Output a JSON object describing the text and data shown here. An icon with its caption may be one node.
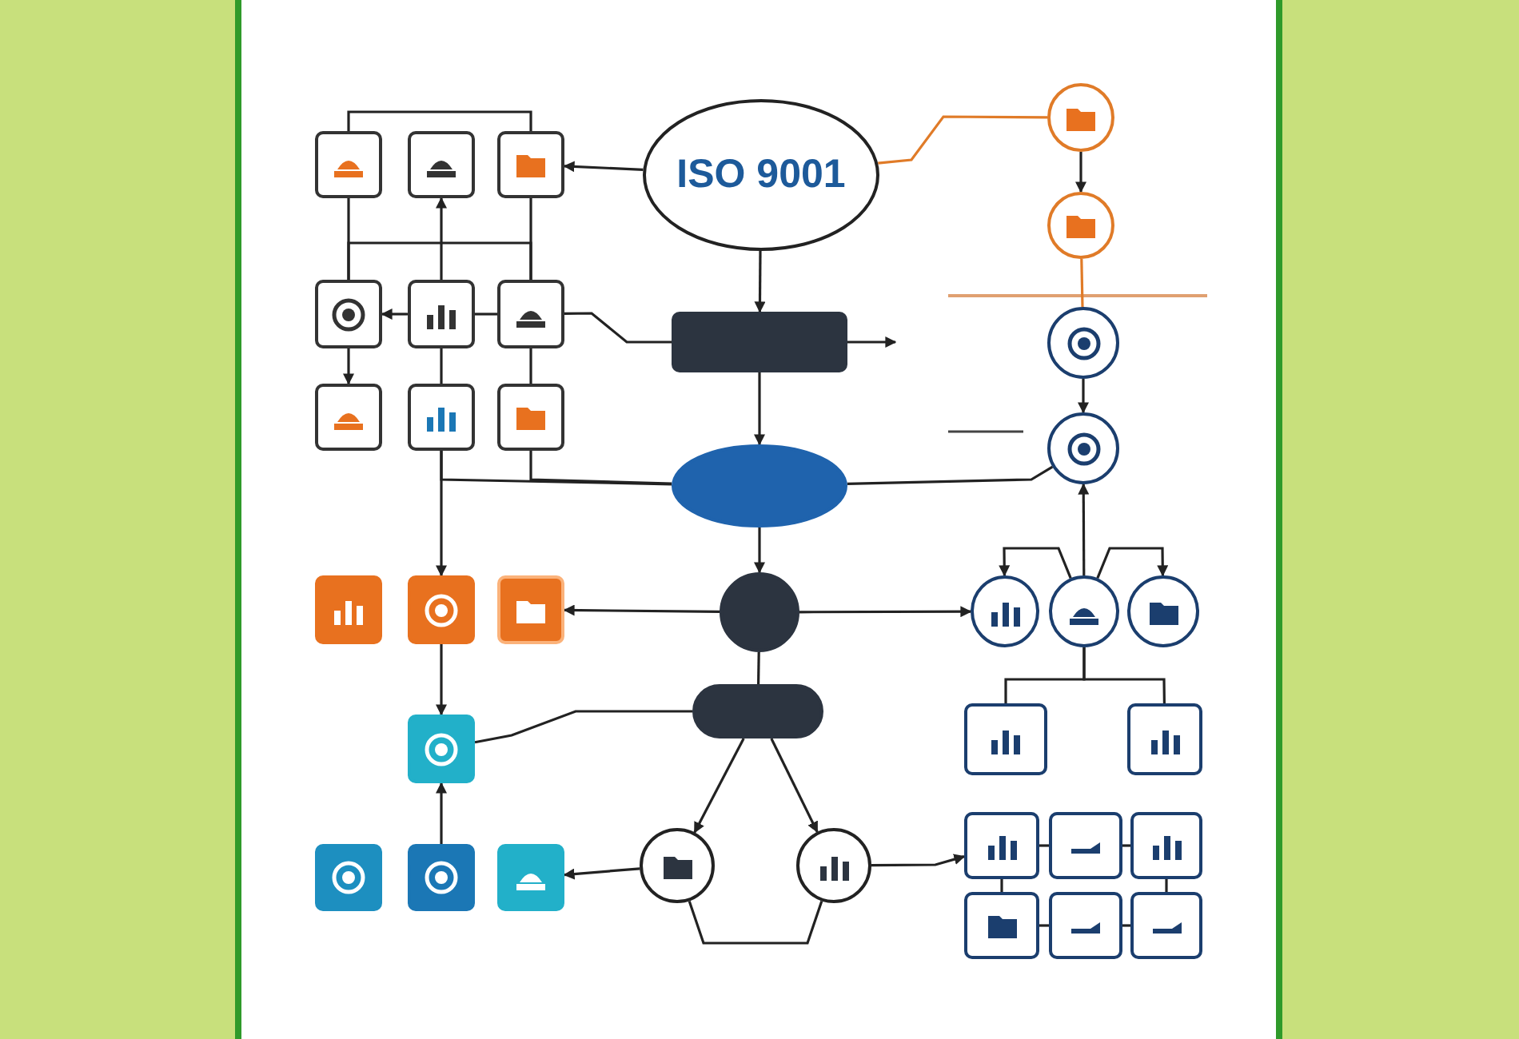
{
  "diagram": {
    "nodes": [
      {
        "text": [
          "ISO 9001"
        ]
      },
      {
        "text": [],
        "shape": "box"
      },
      {
        "text": [],
        "shape": "box"
      },
      {
        "text": [],
        "shape": "box"
      },
      {
        "text": [],
        "shape": "box"
      },
      {
        "text": [],
        "shape": "box"
      },
      {
        "text": [],
        "shape": "box"
      },
      {
        "text": [],
        "shape": "box"
      },
      {
        "text": [],
        "shape": "box"
      },
      {
        "text": [],
        "shape": "box"
      },
      {
        "text": [],
        "shape": "box"
      },
      {
        "text": [],
        "shape": "ellipse"
      },
      {
        "text": [],
        "shape": "circle"
      },
      {
        "text": [],
        "shape": "bar"
      },
      {
        "text": [],
        "shape": "box"
      },
      {
        "text": [],
        "shape": "box"
      },
      {
        "text": [],
        "shape": "box"
      },
      {
        "text": [],
        "shape": "box"
      },
      {
        "text": [],
        "shape": "box"
      },
      {
        "text": [],
        "shape": "box"
      },
      {
        "text": [],
        "shape": "box"
      },
      {
        "text": [],
        "shape": "circle"
      },
      {
        "text": [],
        "shape": "circle"
      },
      {
        "text": [],
        "shape": "circle"
      },
      {
        "text": [],
        "shape": "circle"
      },
      {
        "text": [],
        "shape": "circle"
      },
      {
        "text": [],
        "shape": "circle"
      },
      {
        "text": [],
        "shape": "circle"
      },
      {
        "text": [],
        "shape": "circle"
      },
      {
        "text": [],
        "shape": "circle"
      },
      {
        "text": [],
        "shape": "box"
      },
      {
        "text": [],
        "shape": "box"
      },
      {
        "text": [],
        "shape": "box"
      },
      {
        "text": [],
        "shape": "box"
      },
      {
        "text": [],
        "shape": "box"
      },
      {
        "text": [],
        "shape": "box"
      },
      {
        "text": [],
        "shape": "box"
      },
      {
        "text": [],
        "shape": "box"
      }
    ],
    "edges": [
      {
        "from": 0,
        "to": 3,
        "arrow": "to"
      },
      {
        "from": 0,
        "to": 10,
        "arrow": "to"
      },
      {
        "from": 10,
        "to": null,
        "arrow": "to"
      },
      {
        "from": 10,
        "to": 11,
        "arrow": "to"
      },
      {
        "from": 6,
        "to": 10,
        "arrow": "none"
      },
      {
        "from": 0,
        "to": 23,
        "arrow": "none",
        "color": "#e07b28"
      },
      {
        "from": 23,
        "to": 24,
        "arrow": "to"
      },
      {
        "from": 24,
        "to": 25,
        "arrow": "none",
        "color": "#e07b28"
      },
      {
        "from": 25,
        "to": 26,
        "arrow": "to"
      },
      {
        "from": 1,
        "to": 3,
        "arrow": "none"
      },
      {
        "from": 5,
        "to": 2,
        "arrow": "to"
      },
      {
        "from": 5,
        "to": 4,
        "arrow": "to"
      },
      {
        "from": 5,
        "to": 6,
        "arrow": "none"
      },
      {
        "from": 1,
        "to": 4,
        "arrow": "none"
      },
      {
        "from": 3,
        "to": 6,
        "arrow": "none"
      },
      {
        "from": 4,
        "to": 6,
        "arrow": "none"
      },
      {
        "from": 4,
        "to": 7,
        "arrow": "to"
      },
      {
        "from": 5,
        "to": 8,
        "arrow": "none"
      },
      {
        "from": 6,
        "to": 9,
        "arrow": "none"
      },
      {
        "from": 8,
        "to": 11,
        "arrow": "none"
      },
      {
        "from": 9,
        "to": 11,
        "arrow": "none"
      },
      {
        "from": 8,
        "to": 15,
        "arrow": "to"
      },
      {
        "from": 11,
        "to": 26,
        "arrow": "none"
      },
      {
        "from": 11,
        "to": 12,
        "arrow": "to"
      },
      {
        "from": 12,
        "to": 16,
        "arrow": "to"
      },
      {
        "from": 12,
        "to": 27,
        "arrow": "to"
      },
      {
        "from": 12,
        "to": 13,
        "arrow": "none"
      },
      {
        "from": 15,
        "to": 17,
        "arrow": "to"
      },
      {
        "from": 13,
        "to": 17,
        "arrow": "none"
      },
      {
        "from": 19,
        "to": 17,
        "arrow": "to"
      },
      {
        "from": 13,
        "to": 21,
        "arrow": "to"
      },
      {
        "from": 13,
        "to": 22,
        "arrow": "to"
      },
      {
        "from": 21,
        "to": 20,
        "arrow": "to"
      },
      {
        "from": 22,
        "to": 32,
        "arrow": "to"
      },
      {
        "from": 21,
        "to": 22,
        "arrow": "none"
      },
      {
        "from": 28,
        "to": 26,
        "arrow": "to"
      },
      {
        "from": 28,
        "to": 27,
        "arrow": "to"
      },
      {
        "from": 28,
        "to": 29,
        "arrow": "to"
      },
      {
        "from": 28,
        "to": 30,
        "arrow": "none"
      },
      {
        "from": 28,
        "to": 31,
        "arrow": "none"
      },
      {
        "from": 32,
        "to": 33,
        "arrow": "none"
      },
      {
        "from": 33,
        "to": 34,
        "arrow": "none"
      },
      {
        "from": 35,
        "to": 36,
        "arrow": "none"
      },
      {
        "from": 36,
        "to": 37,
        "arrow": "none"
      },
      {
        "from": 32,
        "to": 35,
        "arrow": "none"
      },
      {
        "from": 34,
        "to": 37,
        "arrow": "none"
      }
    ]
  }
}
